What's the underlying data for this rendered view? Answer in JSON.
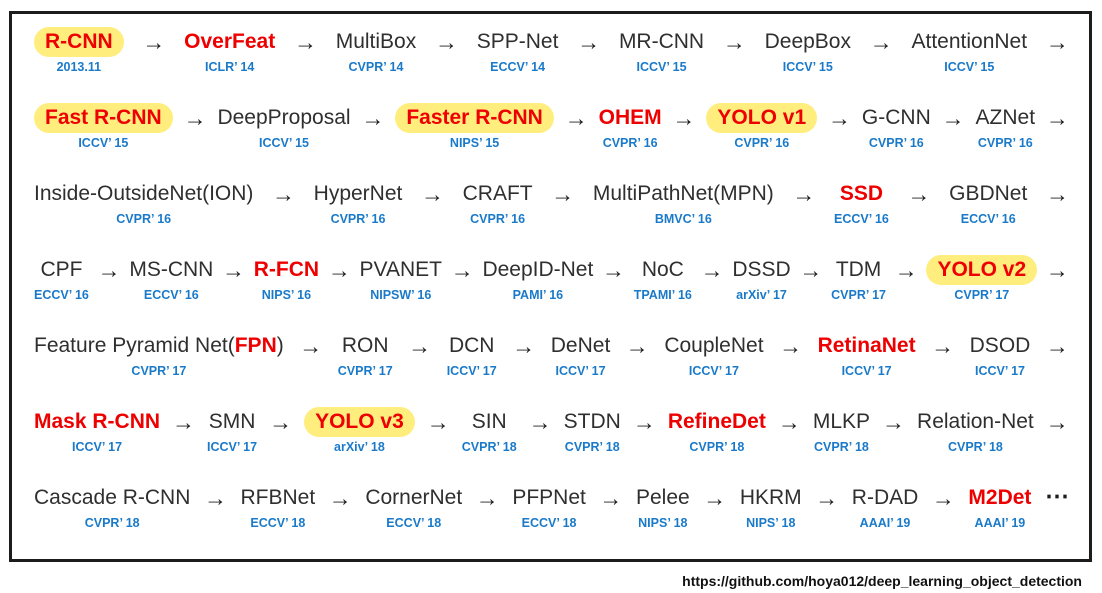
{
  "colors": {
    "red": "#ee0000",
    "blue": "#1a7ac9",
    "highlight": "#ffee7d",
    "text": "#2f2f2f",
    "border": "#1c1c1c"
  },
  "glyphs": {
    "arrow": "→",
    "ellipsis": "⋯"
  },
  "footer": {
    "url": "https://github.com/hoya012/deep_learning_object_detection"
  },
  "rows": [
    {
      "trail": "arrow",
      "items": [
        {
          "name": "R-CNN",
          "venue": "2013.11",
          "red": true,
          "highlight": true
        },
        {
          "name": "OverFeat",
          "venue": "ICLR’ 14",
          "red": true,
          "highlight": false
        },
        {
          "name": "MultiBox",
          "venue": "CVPR’ 14",
          "red": false,
          "highlight": false
        },
        {
          "name": "SPP-Net",
          "venue": "ECCV’ 14",
          "red": false,
          "highlight": false
        },
        {
          "name": "MR-CNN",
          "venue": "ICCV’ 15",
          "red": false,
          "highlight": false
        },
        {
          "name": "DeepBox",
          "venue": "ICCV’ 15",
          "red": false,
          "highlight": false
        },
        {
          "name": "AttentionNet",
          "venue": "ICCV’ 15",
          "red": false,
          "highlight": false
        }
      ]
    },
    {
      "trail": "arrow",
      "items": [
        {
          "name": "Fast R-CNN",
          "venue": "ICCV’ 15",
          "red": true,
          "highlight": true
        },
        {
          "name": "DeepProposal",
          "venue": "ICCV’ 15",
          "red": false,
          "highlight": false
        },
        {
          "name": "Faster R-CNN",
          "venue": "NIPS’ 15",
          "red": true,
          "highlight": true
        },
        {
          "name": "OHEM",
          "venue": "CVPR’ 16",
          "red": true,
          "highlight": false
        },
        {
          "name": "YOLO v1",
          "venue": "CVPR’ 16",
          "red": true,
          "highlight": true
        },
        {
          "name": "G-CNN",
          "venue": "CVPR’ 16",
          "red": false,
          "highlight": false
        },
        {
          "name": "AZNet",
          "venue": "CVPR’ 16",
          "red": false,
          "highlight": false
        }
      ]
    },
    {
      "trail": "arrow",
      "items": [
        {
          "name": "Inside-OutsideNet(ION)",
          "venue": "CVPR’ 16",
          "red": false,
          "highlight": false
        },
        {
          "name": "HyperNet",
          "venue": "CVPR’ 16",
          "red": false,
          "highlight": false
        },
        {
          "name": "CRAFT",
          "venue": "CVPR’ 16",
          "red": false,
          "highlight": false
        },
        {
          "name": "MultiPathNet(MPN)",
          "venue": "BMVC’ 16",
          "red": false,
          "highlight": false
        },
        {
          "name": "SSD",
          "venue": "ECCV’ 16",
          "red": true,
          "highlight": false
        },
        {
          "name": "GBDNet",
          "venue": "ECCV’ 16",
          "red": false,
          "highlight": false
        }
      ]
    },
    {
      "trail": "arrow",
      "items": [
        {
          "name": "CPF",
          "venue": "ECCV’ 16",
          "red": false,
          "highlight": false
        },
        {
          "name": "MS-CNN",
          "venue": "ECCV’ 16",
          "red": false,
          "highlight": false
        },
        {
          "name": "R-FCN",
          "venue": "NIPS’ 16",
          "red": true,
          "highlight": false
        },
        {
          "name": "PVANET",
          "venue": "NIPSW’ 16",
          "red": false,
          "highlight": false
        },
        {
          "name": "DeepID-Net",
          "venue": "PAMI’ 16",
          "red": false,
          "highlight": false
        },
        {
          "name": "NoC",
          "venue": "TPAMI’ 16",
          "red": false,
          "highlight": false
        },
        {
          "name": "DSSD",
          "venue": "arXiv’ 17",
          "red": false,
          "highlight": false
        },
        {
          "name": "TDM",
          "venue": "CVPR’ 17",
          "red": false,
          "highlight": false
        },
        {
          "name": "YOLO v2",
          "venue": "CVPR’ 17",
          "red": true,
          "highlight": true
        }
      ]
    },
    {
      "trail": "arrow",
      "items": [
        {
          "name": "Feature Pyramid Net(FPN)",
          "venue": "CVPR’ 17",
          "red": false,
          "highlight": false,
          "parts": [
            {
              "text": "Feature Pyramid Net(",
              "red": false
            },
            {
              "text": "FPN",
              "red": true
            },
            {
              "text": ")",
              "red": false
            }
          ]
        },
        {
          "name": "RON",
          "venue": "CVPR’ 17",
          "red": false,
          "highlight": false
        },
        {
          "name": "DCN",
          "venue": "ICCV’ 17",
          "red": false,
          "highlight": false
        },
        {
          "name": "DeNet",
          "venue": "ICCV’ 17",
          "red": false,
          "highlight": false
        },
        {
          "name": "CoupleNet",
          "venue": "ICCV’ 17",
          "red": false,
          "highlight": false
        },
        {
          "name": "RetinaNet",
          "venue": "ICCV’ 17",
          "red": true,
          "highlight": false
        },
        {
          "name": "DSOD",
          "venue": "ICCV’ 17",
          "red": false,
          "highlight": false
        }
      ]
    },
    {
      "trail": "arrow",
      "items": [
        {
          "name": "Mask R-CNN",
          "venue": "ICCV’ 17",
          "red": true,
          "highlight": false
        },
        {
          "name": "SMN",
          "venue": "ICCV’ 17",
          "red": false,
          "highlight": false
        },
        {
          "name": "YOLO v3",
          "venue": "arXiv’ 18",
          "red": true,
          "highlight": true
        },
        {
          "name": "SIN",
          "venue": "CVPR’ 18",
          "red": false,
          "highlight": false
        },
        {
          "name": "STDN",
          "venue": "CVPR’ 18",
          "red": false,
          "highlight": false
        },
        {
          "name": "RefineDet",
          "venue": "CVPR’ 18",
          "red": true,
          "highlight": false
        },
        {
          "name": "MLKP",
          "venue": "CVPR’ 18",
          "red": false,
          "highlight": false
        },
        {
          "name": "Relation-Net",
          "venue": "CVPR’ 18",
          "red": false,
          "highlight": false
        }
      ]
    },
    {
      "trail": "ellipsis",
      "items": [
        {
          "name": "Cascade R-CNN",
          "venue": "CVPR’ 18",
          "red": false,
          "highlight": false
        },
        {
          "name": "RFBNet",
          "venue": "ECCV’ 18",
          "red": false,
          "highlight": false
        },
        {
          "name": "CornerNet",
          "venue": "ECCV’ 18",
          "red": false,
          "highlight": false
        },
        {
          "name": "PFPNet",
          "venue": "ECCV’ 18",
          "red": false,
          "highlight": false
        },
        {
          "name": "Pelee",
          "venue": "NIPS’ 18",
          "red": false,
          "highlight": false
        },
        {
          "name": "HKRM",
          "venue": "NIPS’ 18",
          "red": false,
          "highlight": false
        },
        {
          "name": "R-DAD",
          "venue": "AAAI’ 19",
          "red": false,
          "highlight": false
        },
        {
          "name": "M2Det",
          "venue": "AAAI’ 19",
          "red": true,
          "highlight": false
        }
      ]
    }
  ]
}
